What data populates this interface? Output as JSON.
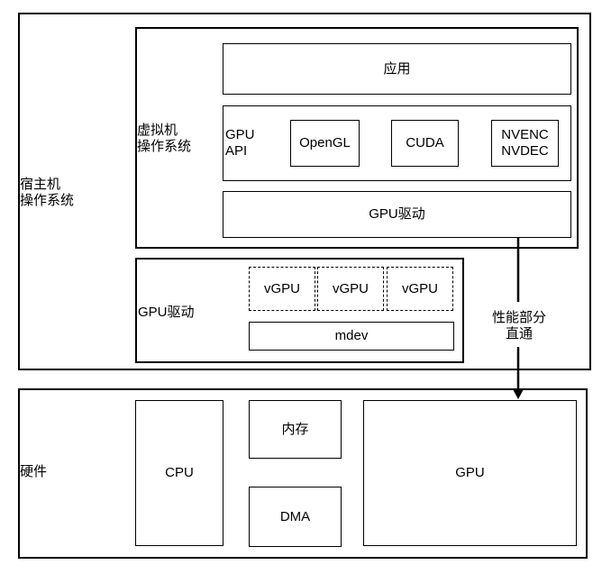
{
  "host_os": {
    "label": "宿主机\n操作系统"
  },
  "vm_os": {
    "label": "虚拟机\n操作系统"
  },
  "app": {
    "label": "应用"
  },
  "gpu_api": {
    "label": "GPU\nAPI",
    "items": [
      "OpenGL",
      "CUDA",
      "NVENC\nNVDEC"
    ]
  },
  "vm_gpu_driver": {
    "label": "GPU驱动"
  },
  "host_gpu_driver": {
    "label": "GPU驱动",
    "vgpus": [
      "vGPU",
      "vGPU",
      "vGPU"
    ],
    "mdev": "mdev"
  },
  "passthrough": {
    "label": "性能部分\n直通"
  },
  "hardware": {
    "label": "硬件",
    "cpu": "CPU",
    "memory": "内存",
    "dma": "DMA",
    "gpu": "GPU"
  }
}
